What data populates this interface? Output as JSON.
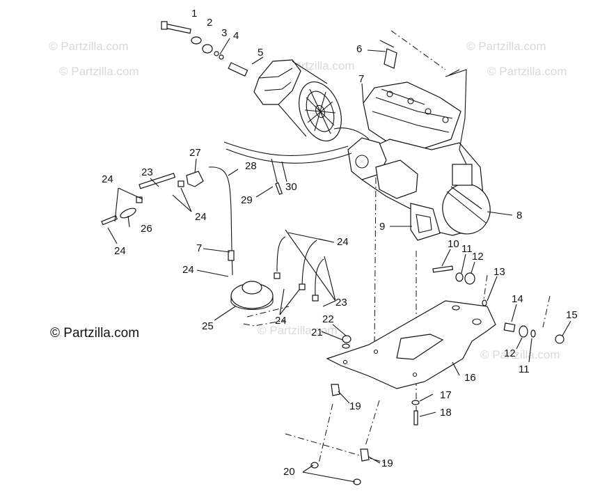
{
  "watermark": "© Partzilla.com",
  "credit": "© Partzilla.com",
  "callouts": [
    "1",
    "2",
    "3",
    "4",
    "5",
    "6",
    "7",
    "8",
    "9",
    "10",
    "11",
    "12",
    "13",
    "14",
    "15",
    "16",
    "17",
    "18",
    "19",
    "20",
    "21",
    "22",
    "23",
    "24",
    "25",
    "26",
    "27",
    "28",
    "29",
    "30"
  ],
  "colors": {
    "ink": "#111111",
    "watermark": "#d9d9d9",
    "background": "#ffffff"
  }
}
